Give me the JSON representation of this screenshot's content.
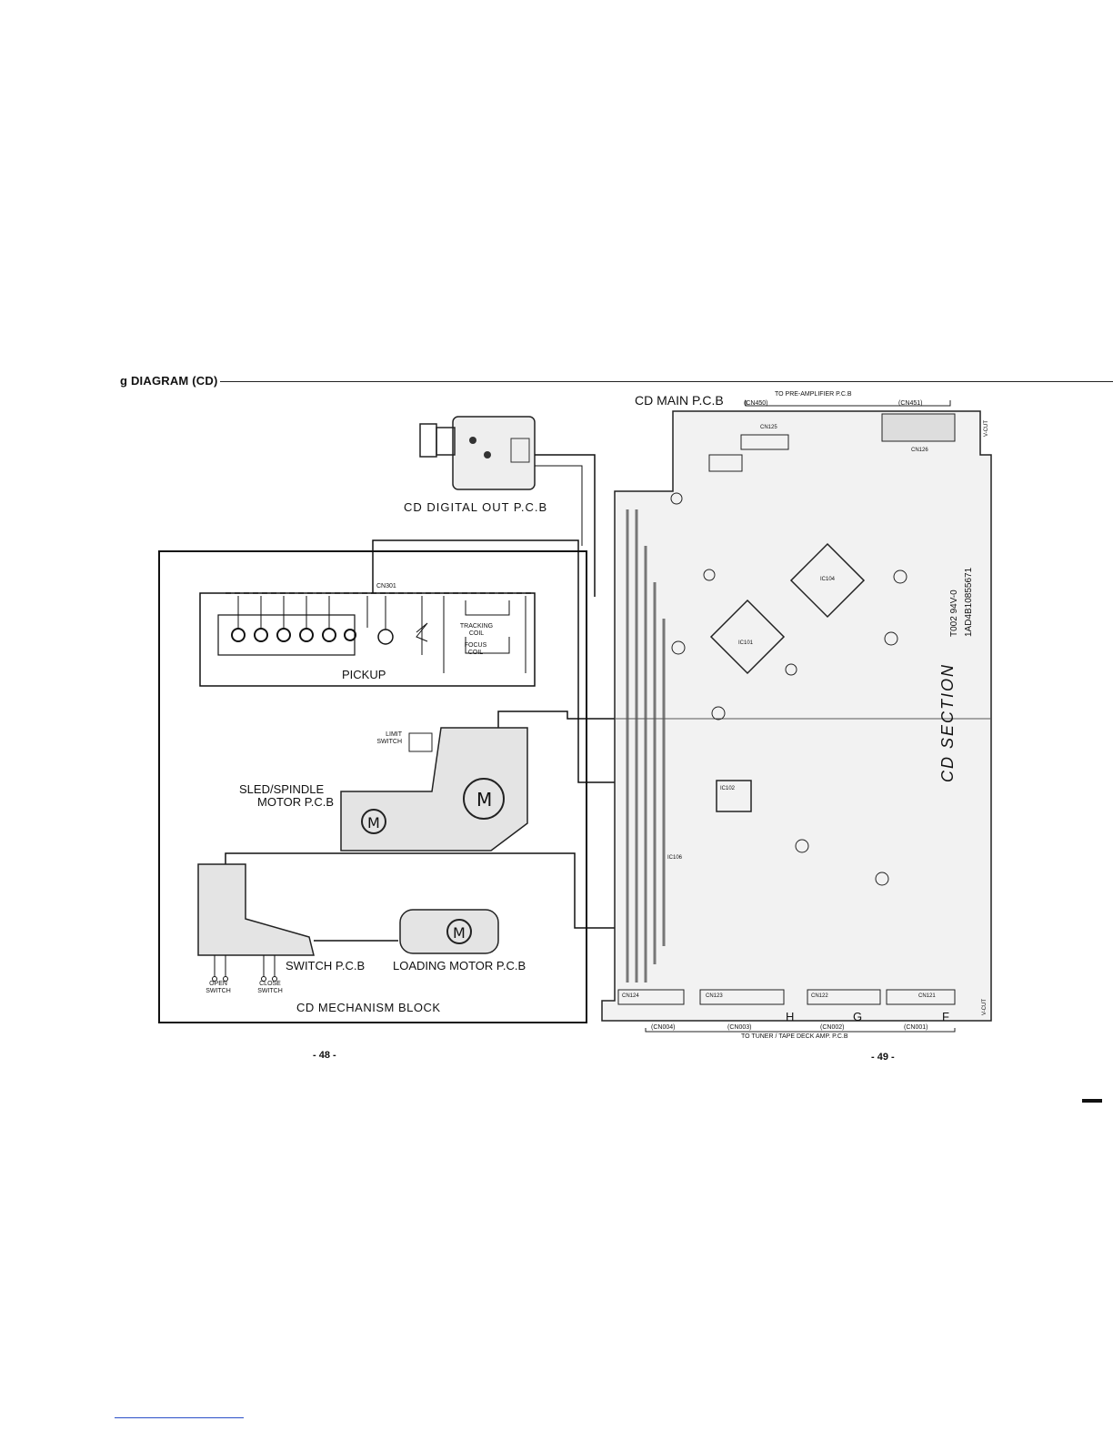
{
  "header": {
    "title": "ɡ DIAGRAM (CD)"
  },
  "labels": {
    "cd_main_pcb": "CD MAIN P.C.B",
    "to_pre_amp": "TO PRE-AMPLIFIER P.C.B",
    "cn450": "(CN450)",
    "cn451": "(CN451)",
    "cn125": "CN125",
    "cn126": "CN126",
    "cd_digital_out": "CD DIGITAL OUT P.C.B",
    "cn301": "CN301",
    "tracking_coil": "TRACKING COIL",
    "focus_coil": "FOCUS COIL",
    "pickup": "PICKUP",
    "limit_switch": "LIMIT SWITCH",
    "sled_spindle": "SLED/SPINDLE",
    "motor_pcb": "MOTOR P.C.B",
    "switch_pcb": "SWITCH P.C.B",
    "loading_motor_pcb": "LOADING MOTOR P.C.B",
    "open_switch": "OPEN SWITCH",
    "close_switch": "CLOSE SWITCH",
    "cd_mechanism_block": "CD MECHANISM BLOCK",
    "cn004": "(CN004)",
    "cn003": "(CN003)",
    "cn002": "(CN002)",
    "cn001": "(CN001)",
    "cn124": "CN124",
    "cn123": "CN123",
    "cn122": "CN122",
    "cn121": "CN121",
    "to_tuner": "TO TUNER / TAPE DECK AMP. P.C.B",
    "cd_section": "CD SECTION",
    "board_code": "T002 94V-0",
    "board_id": "1AD4B10855671",
    "ic101": "IC101",
    "ic102": "IC102",
    "ic104": "IC104",
    "ic106": "IC106",
    "v_cut": "V-CUT",
    "zone_h": "H",
    "zone_g": "G",
    "zone_f": "F",
    "page_left": "- 48 -",
    "page_right": "- 49 -"
  },
  "colors": {
    "ink": "#111111",
    "paper": "#ffffff",
    "trace": "#555555"
  }
}
